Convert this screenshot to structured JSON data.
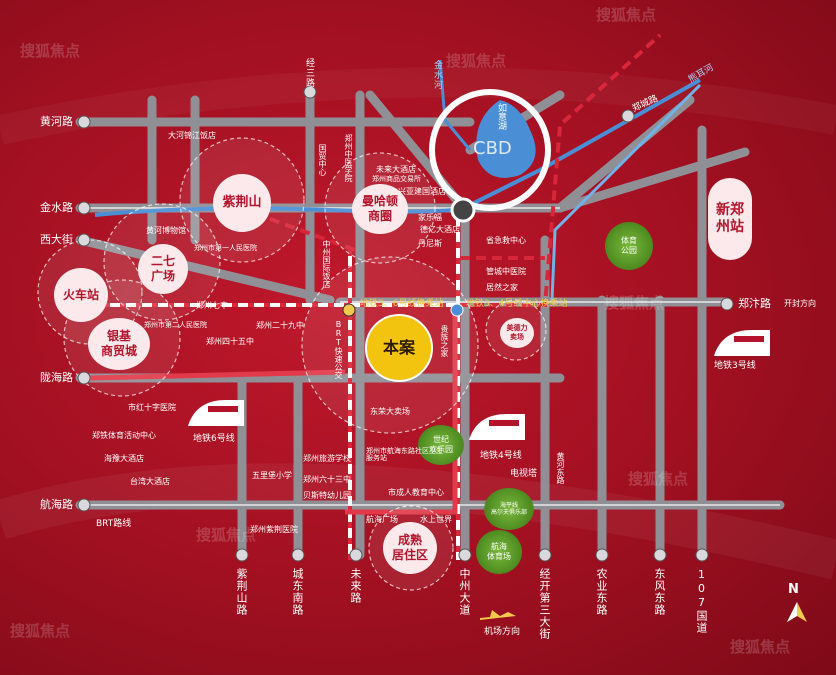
{
  "project": {
    "label": "本案"
  },
  "districts": [
    {
      "id": "zijingshan",
      "label": "紫荆山"
    },
    {
      "id": "erqi",
      "label": "二七\n广场"
    },
    {
      "id": "huochezhan",
      "label": "火车站"
    },
    {
      "id": "yinji",
      "label": "银基\n商贸城"
    },
    {
      "id": "manhadun",
      "label": "曼哈顿\n商圈"
    },
    {
      "id": "chengshu",
      "label": "成熟\n居住区"
    },
    {
      "id": "xinzhengzhou",
      "label": "新郑\n州站"
    }
  ],
  "cbd": {
    "label": "CBD",
    "lake": "如意湖"
  },
  "roads_h": [
    "黄河路",
    "金水路",
    "西大街",
    "陇海路",
    "航海路",
    "郑汴路"
  ],
  "roads_v": [
    "紫荆山路",
    "城东南路",
    "未来路",
    "中州大道",
    "经开第三大街",
    "农业东路",
    "东风东路",
    "107国道",
    "经三路",
    "金水河",
    "熊耳河"
  ],
  "transit": {
    "metro36": "地铁3、6号线换乘站",
    "metro34": "地铁3、4号线中心换乘站",
    "line3": "地铁3号线",
    "line4": "地铁4号线",
    "line6": "地铁6号线",
    "brt": "BRT路线",
    "brt_v": "BRT快速公交",
    "kaifeng": "开封方向",
    "airport": "机场方向",
    "ruyi_station": "郑城路",
    "tvtower": "电视塔",
    "huanghe_east": "黄河东路"
  },
  "pois": [
    "大河锦江饭店",
    "黄河博物馆",
    "郑州市第一人民医院",
    "郑州七中",
    "郑州市第二人民医院",
    "郑州四十五中",
    "郑州二十九中",
    "市红十字医院",
    "郑铁体育活动中心",
    "海豫大酒店",
    "台湾大酒店",
    "五里堡小学",
    "郑州六十三中",
    "贝斯特幼儿园",
    "郑州旅游学校",
    "郑州紫荆医院",
    "航海广场",
    "水上世界",
    "市成人教育中心",
    "东荣大卖场",
    "郑州市航海东路社区卫生服务站",
    "省急救中心",
    "管城中医院",
    "居然之家",
    "家乐福",
    "丹尼斯",
    "未来大酒店",
    "郑州商品交易所",
    "兴亚建国酒店",
    "中州国际饭店",
    "德亿大酒店",
    "郑州中医学院",
    "国贸中心",
    "贵族之家"
  ],
  "greens": [
    {
      "id": "tiyu",
      "label": "体育\n公园"
    },
    {
      "id": "shiji",
      "label": "世纪\n欢乐园"
    },
    {
      "id": "haiping",
      "label": "海平线\n高尔夫俱乐部"
    },
    {
      "id": "hanghai",
      "label": "航海\n体育场"
    },
    {
      "id": "meideli",
      "label": "美德力\n卖场"
    }
  ],
  "compass": "N",
  "watermark": "搜狐焦点",
  "colors": {
    "bg": "#a01021",
    "road": "#8f8f95",
    "metro": "#d8263a",
    "accent": "#f2c94c",
    "water": "#4a8fd6"
  }
}
